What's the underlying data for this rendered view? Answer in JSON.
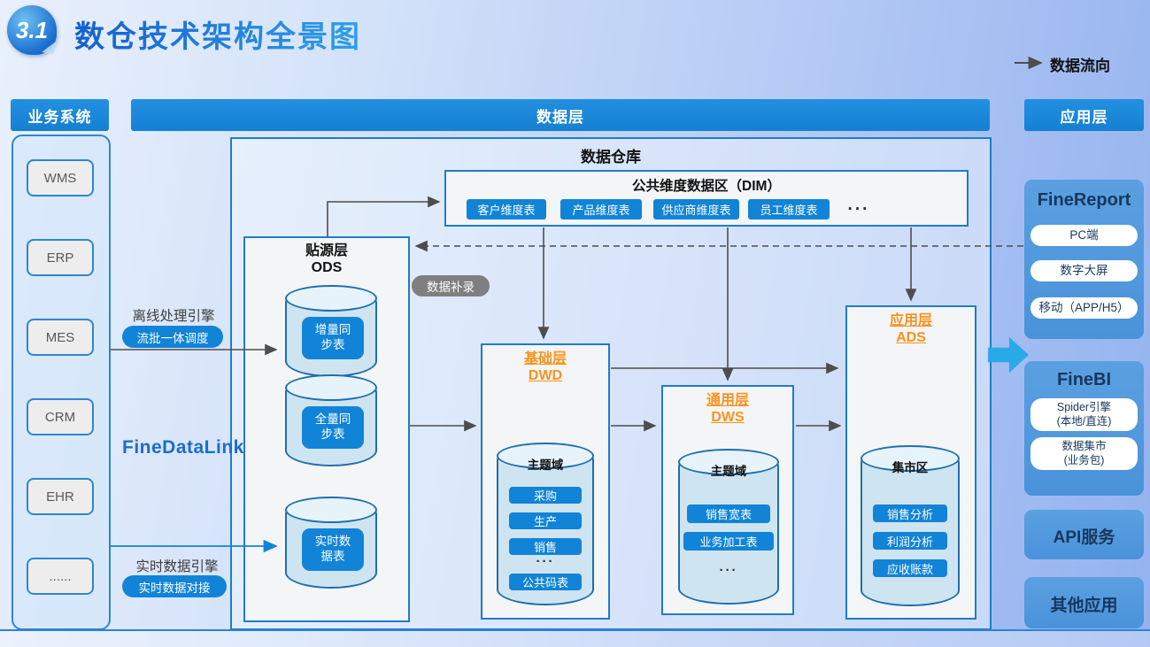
{
  "page_title": {
    "badge": "3.1",
    "text": "数仓技术架构全景图"
  },
  "legend": {
    "flow_label": "数据流向"
  },
  "headers": {
    "business": "业务系统",
    "data": "数据层",
    "application": "应用层"
  },
  "business_systems": [
    "WMS",
    "ERP",
    "MES",
    "CRM",
    "EHR",
    "......"
  ],
  "warehouse": {
    "title": "数据仓库"
  },
  "dim": {
    "title": "公共维度数据区（DIM）",
    "tables": [
      "客户维度表",
      "产品维度表",
      "供应商维度表",
      "员工维度表"
    ],
    "ellipsis": "···"
  },
  "ods": {
    "title": [
      "贴源层",
      "ODS"
    ],
    "tables": [
      [
        "增量同",
        "步表"
      ],
      [
        "全量同",
        "步表"
      ],
      [
        "实时数",
        "据表"
      ]
    ]
  },
  "patch_pill": "数据补录",
  "dwd": {
    "title": [
      "基础层",
      "DWD"
    ],
    "zone": "主题域",
    "items": [
      "采购",
      "生产",
      "销售"
    ],
    "ellipsis": "···",
    "footer_item": "公共码表"
  },
  "dws": {
    "title": [
      "通用层",
      "DWS"
    ],
    "zone": "主题域",
    "items": [
      "销售宽表",
      "业务加工表"
    ],
    "ellipsis": "···"
  },
  "ads": {
    "title": [
      "应用层",
      "ADS"
    ],
    "zone": "集市区",
    "items": [
      "销售分析",
      "利润分析",
      "应收账款"
    ]
  },
  "engines": {
    "offline_label": "离线处理引擎",
    "offline_pill": "流批一体调度",
    "realtime_label": "实时数据引擎",
    "realtime_pill": "实时数据对接",
    "product": "FineDataLink"
  },
  "applications": {
    "finereport": {
      "title": "FineReport",
      "pills": [
        "PC端",
        "数字大屏",
        "移动（APP/H5）"
      ]
    },
    "finebi": {
      "title": "FineBI",
      "pills": [
        [
          "Spider引擎",
          "(本地/直连)"
        ],
        [
          "数据集市",
          "(业务包)"
        ]
      ]
    },
    "api_service": "API服务",
    "other_apps": "其他应用"
  },
  "colors": {
    "accent_blue": "#1184d8",
    "header_bar": "#1b86d8",
    "orange_title": "#f8931d",
    "app_box_blue": "#4f98dc",
    "app_text_navy": "#17375e",
    "gray_pill": "#7f7f7f",
    "cylinder_fill": "#cfe4f1",
    "cylinder_border": "#1d6fae",
    "arrow_gray": "#4d4d4d",
    "flow_arrow_blue": "#2aa9e9"
  }
}
